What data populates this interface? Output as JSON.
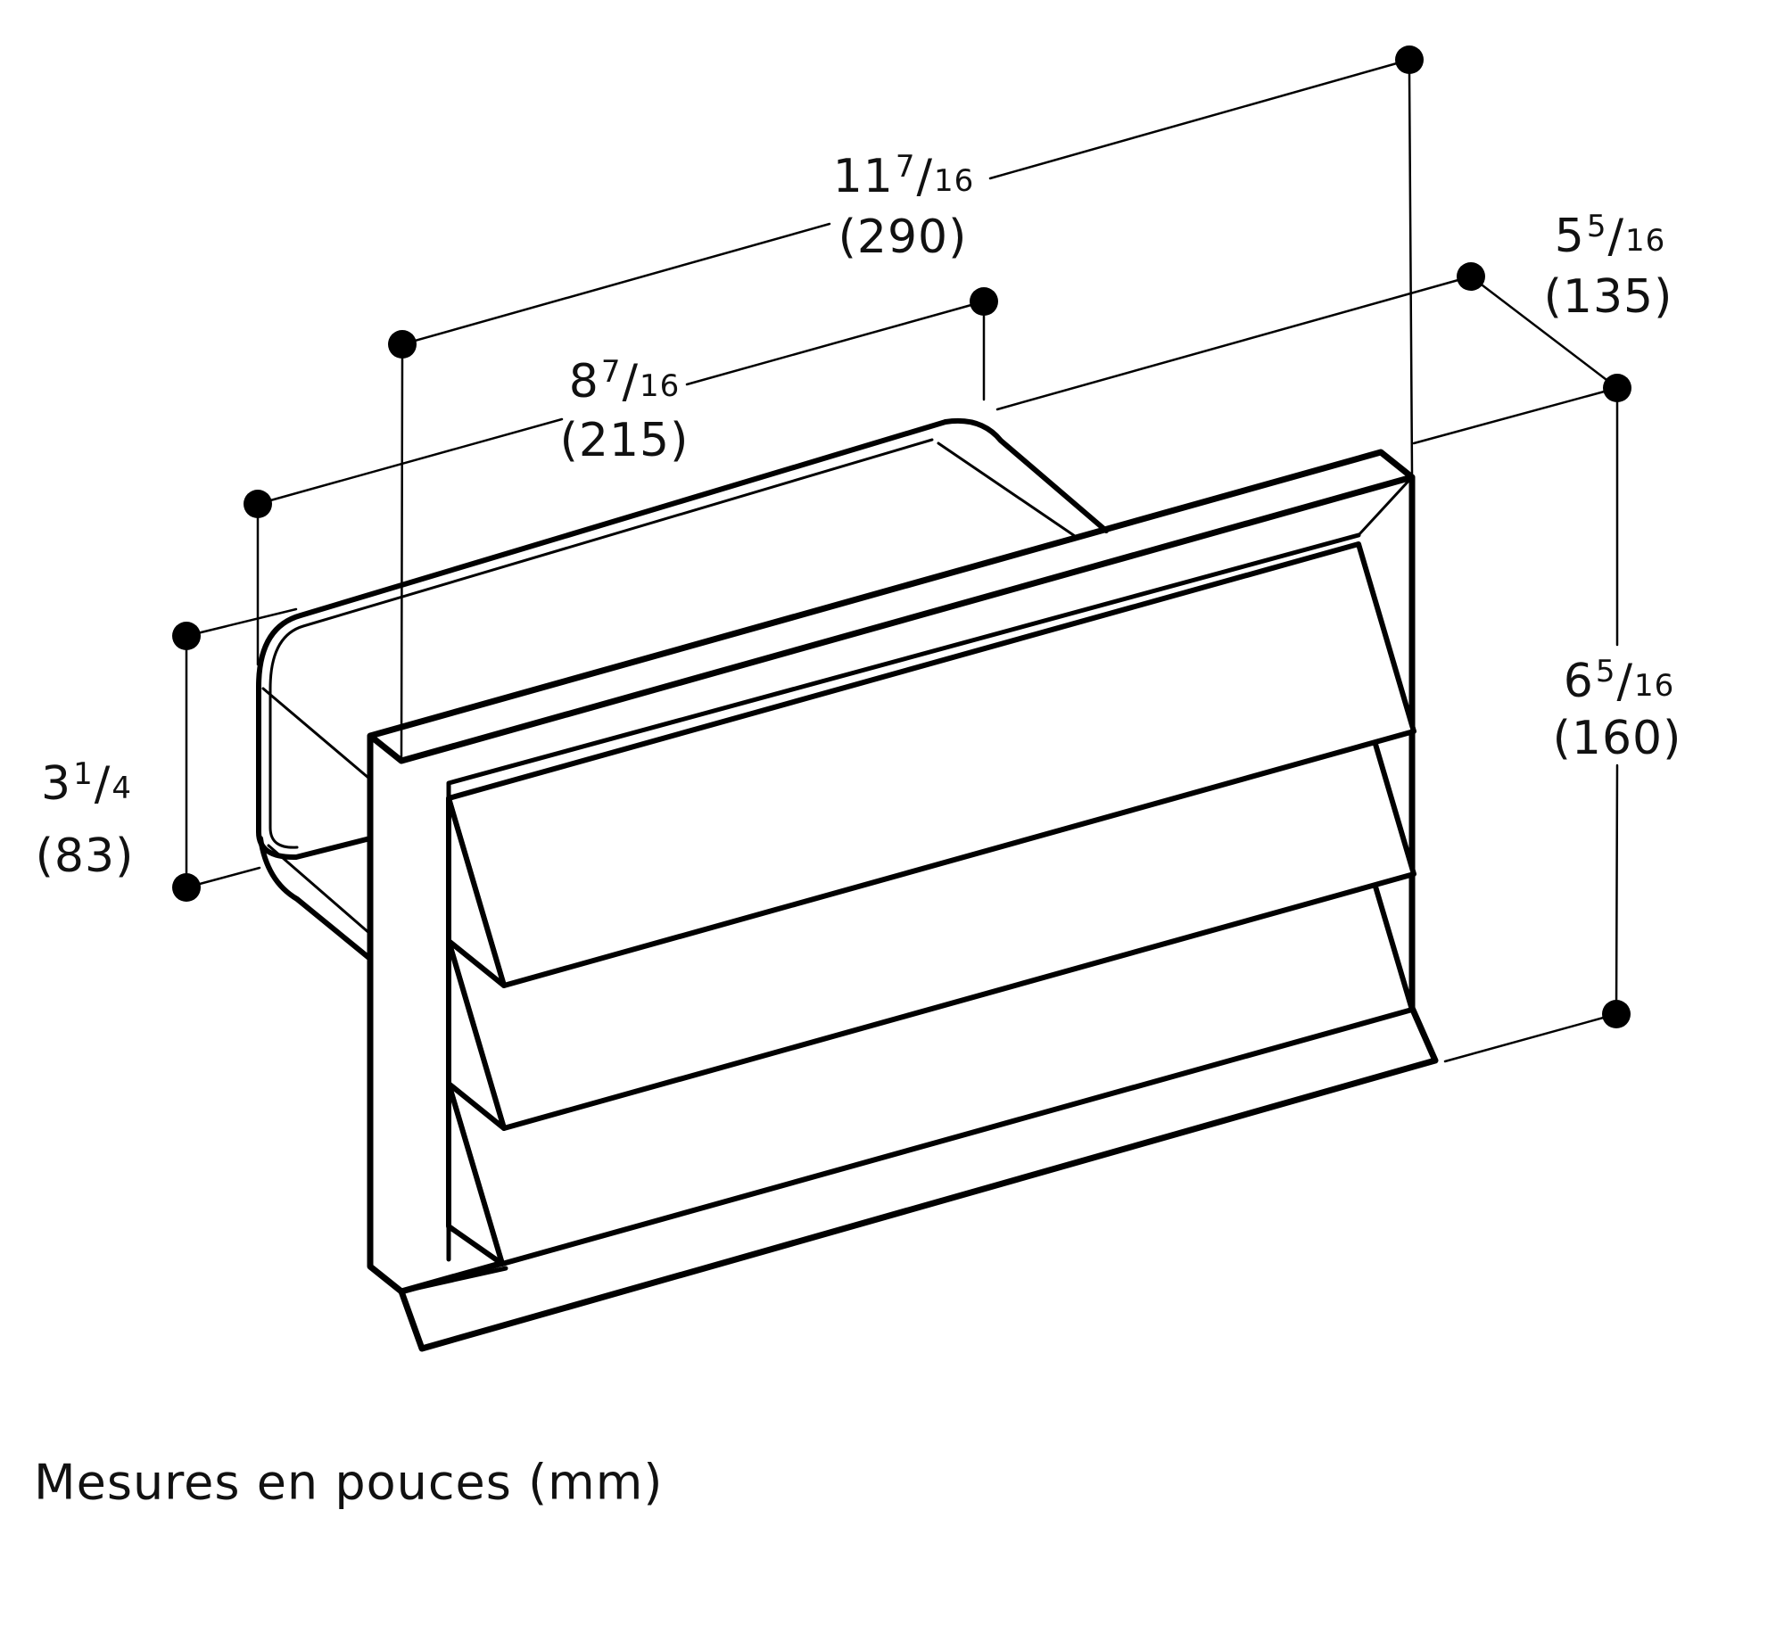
{
  "caption": "Mesures en pouces (mm)",
  "dimensions": {
    "width": {
      "whole": "11",
      "num": "7",
      "sep": "/",
      "den": "16",
      "mm": "(290)"
    },
    "duct_width": {
      "whole": "8",
      "num": "7",
      "sep": "/",
      "den": "16",
      "mm": "(215)"
    },
    "duct_height": {
      "whole": "3",
      "num": "1",
      "sep": "/",
      "den": "4",
      "mm": "(83)"
    },
    "depth": {
      "whole": "5",
      "num": "5",
      "sep": "/",
      "den": "16",
      "mm": "(135)"
    },
    "height": {
      "whole": "6",
      "num": "5",
      "sep": "/",
      "den": "16",
      "mm": "(160)"
    }
  },
  "colors": {
    "line": "#000000",
    "background": "#ffffff"
  }
}
